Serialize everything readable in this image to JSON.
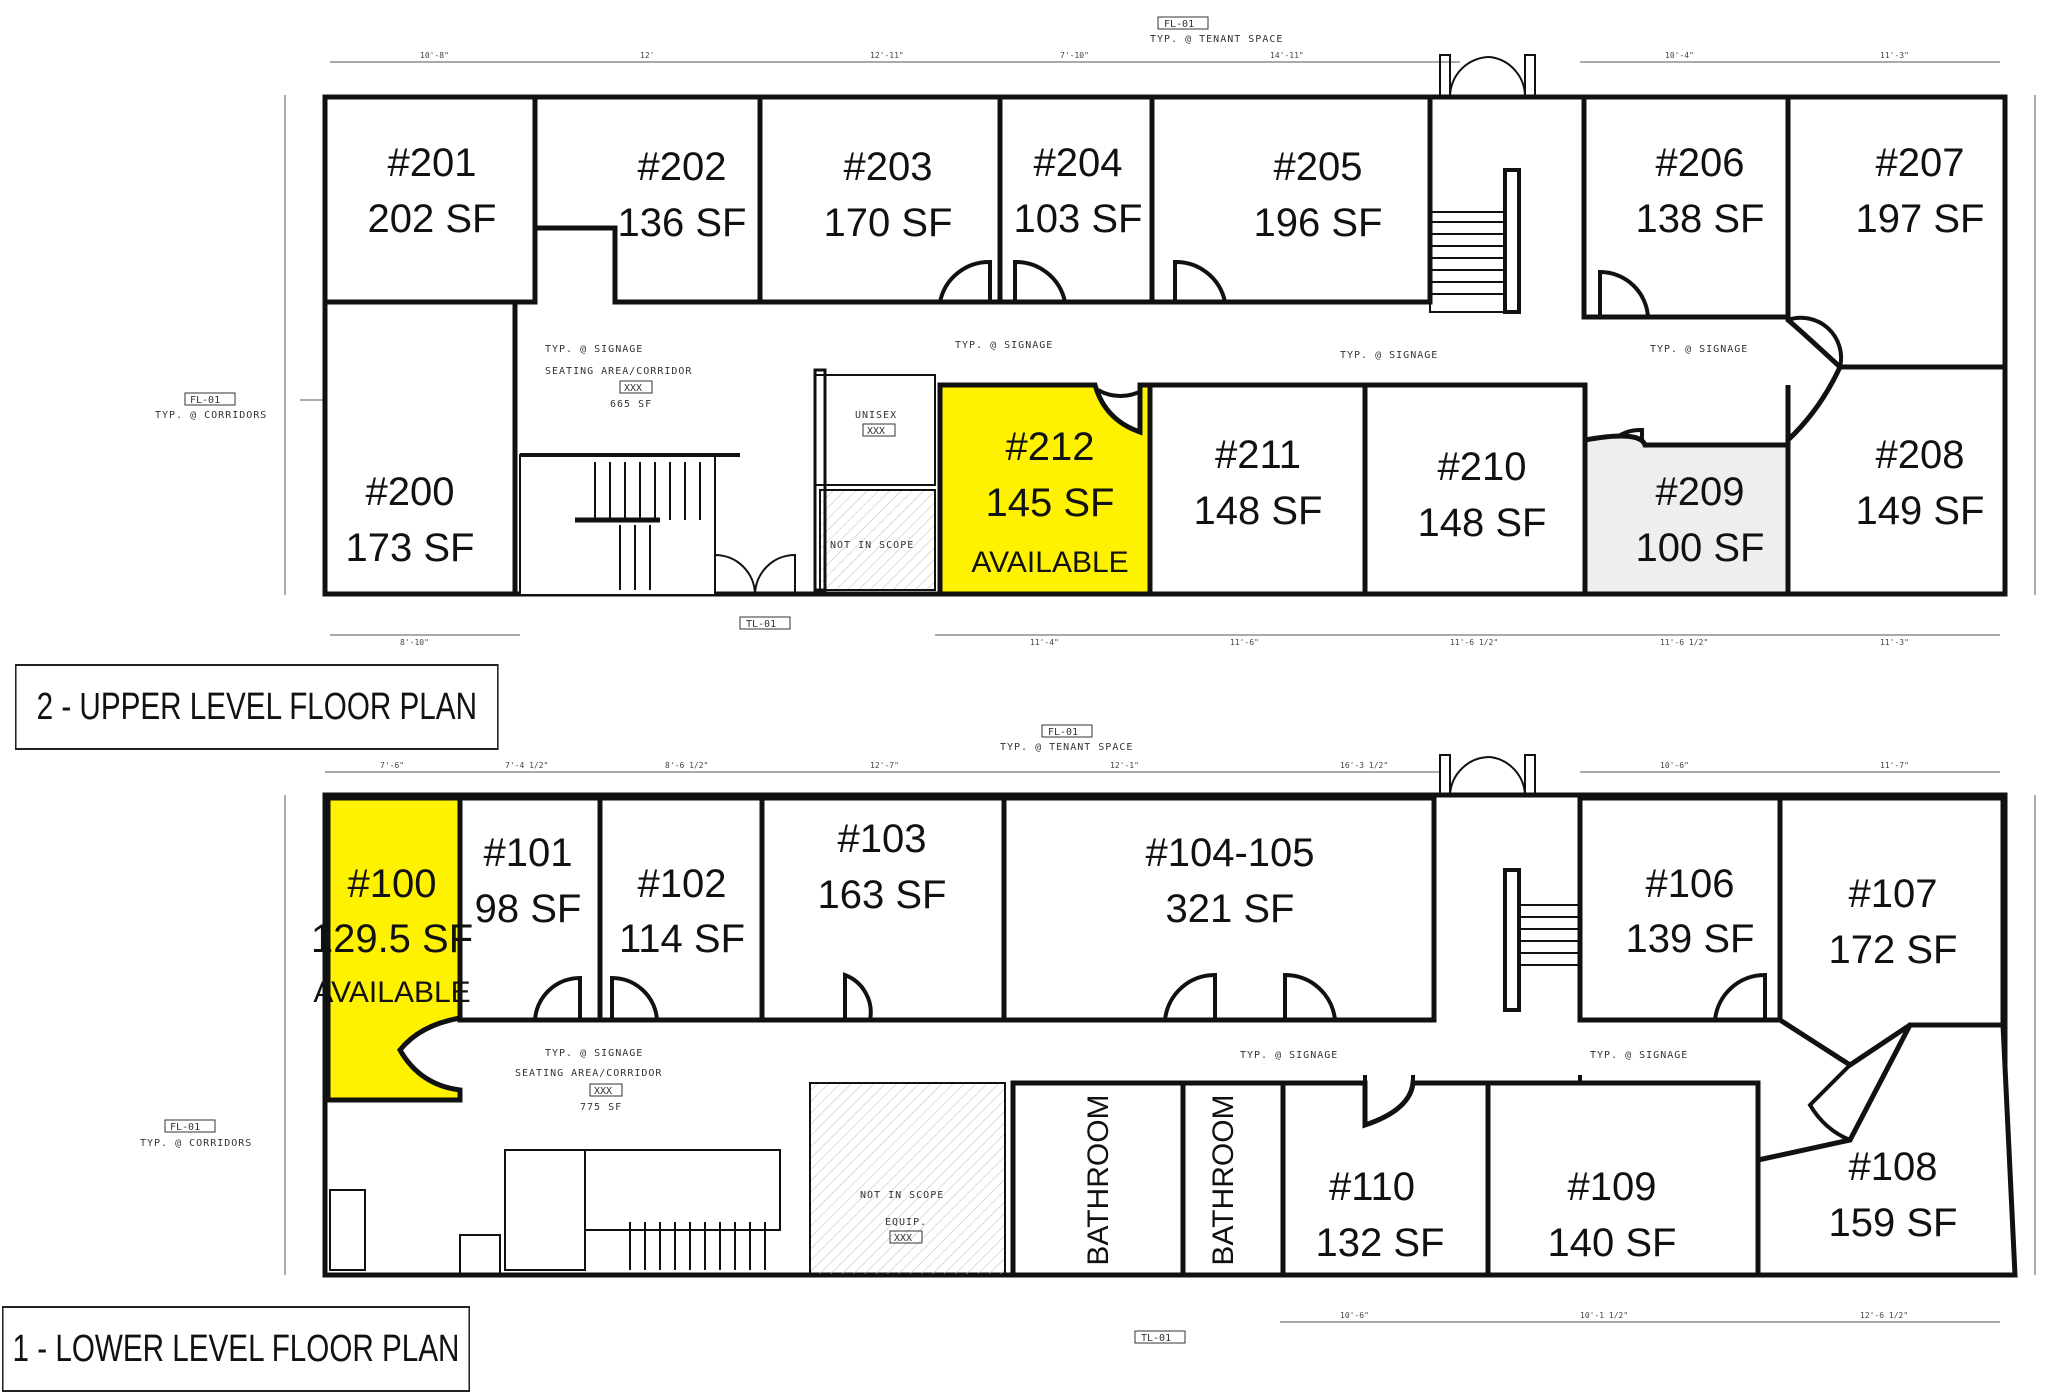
{
  "upper": {
    "title": "2 - UPPER LEVEL FLOOR PLAN",
    "rooms": [
      {
        "num": "#201",
        "sf": "202 SF",
        "status": "",
        "color": "#ffffff"
      },
      {
        "num": "#202",
        "sf": "136 SF",
        "status": "",
        "color": "#ffffff"
      },
      {
        "num": "#203",
        "sf": "170 SF",
        "status": "",
        "color": "#ffffff"
      },
      {
        "num": "#204",
        "sf": "103 SF",
        "status": "",
        "color": "#ffffff"
      },
      {
        "num": "#205",
        "sf": "196 SF",
        "status": "",
        "color": "#ffffff"
      },
      {
        "num": "#206",
        "sf": "138 SF",
        "status": "",
        "color": "#ffffff"
      },
      {
        "num": "#207",
        "sf": "197 SF",
        "status": "",
        "color": "#ffffff"
      },
      {
        "num": "#200",
        "sf": "173 SF",
        "status": "",
        "color": "#ffffff"
      },
      {
        "num": "#212",
        "sf": "145 SF",
        "status": "AVAILABLE",
        "color": "#fff200"
      },
      {
        "num": "#211",
        "sf": "148 SF",
        "status": "",
        "color": "#ffffff"
      },
      {
        "num": "#210",
        "sf": "148 SF",
        "status": "",
        "color": "#ffffff"
      },
      {
        "num": "#209",
        "sf": "100 SF",
        "status": "",
        "color": "#eeeeee"
      },
      {
        "num": "#208",
        "sf": "149 SF",
        "status": "",
        "color": "#ffffff"
      }
    ],
    "notes": {
      "seating": "SEATING AREA/CORRIDOR",
      "seating_sf": "665 SF",
      "unisex": "UNISEX",
      "not_in_scope": "NOT IN SCOPE",
      "signage": "TYP. @ SIGNAGE",
      "tenant_space": "TYP. @ TENANT SPACE",
      "corridors": "TYP. @ CORRIDORS",
      "fl_tag": "FL-01",
      "tl_tag": "TL-01",
      "xxx": "XXX"
    }
  },
  "lower": {
    "title": "1 - LOWER  LEVEL FLOOR PLAN",
    "rooms": [
      {
        "num": "#100",
        "sf": "129.5 SF",
        "status": "AVAILABLE",
        "color": "#fff200"
      },
      {
        "num": "#101",
        "sf": "98 SF",
        "status": "",
        "color": "#ffffff"
      },
      {
        "num": "#102",
        "sf": "114 SF",
        "status": "",
        "color": "#ffffff"
      },
      {
        "num": "#103",
        "sf": "163 SF",
        "status": "",
        "color": "#ffffff"
      },
      {
        "num": "#104-105",
        "sf": "321 SF",
        "status": "",
        "color": "#ffffff"
      },
      {
        "num": "#106",
        "sf": "139 SF",
        "status": "",
        "color": "#ffffff"
      },
      {
        "num": "#107",
        "sf": "172 SF",
        "status": "",
        "color": "#ffffff"
      },
      {
        "num": "#110",
        "sf": "132 SF",
        "status": "",
        "color": "#ffffff"
      },
      {
        "num": "#109",
        "sf": "140 SF",
        "status": "",
        "color": "#ffffff"
      },
      {
        "num": "#108",
        "sf": "159 SF",
        "status": "",
        "color": "#ffffff"
      }
    ],
    "bathrooms": [
      "BATHROOM",
      "BATHROOM"
    ],
    "notes": {
      "seating": "SEATING AREA/CORRIDOR",
      "seating_sf": "775 SF",
      "not_in_scope": "NOT IN SCOPE",
      "equip": "EQUIP.",
      "signage": "TYP. @ SIGNAGE",
      "tenant_space": "TYP. @ TENANT SPACE",
      "corridors": "TYP. @ CORRIDORS",
      "fl_tag": "FL-01",
      "tl_tag": "TL-01",
      "xxx": "XXX"
    }
  },
  "colors": {
    "available": "#fff200",
    "wall": "#111111",
    "grey_room": "#eeeeee"
  }
}
